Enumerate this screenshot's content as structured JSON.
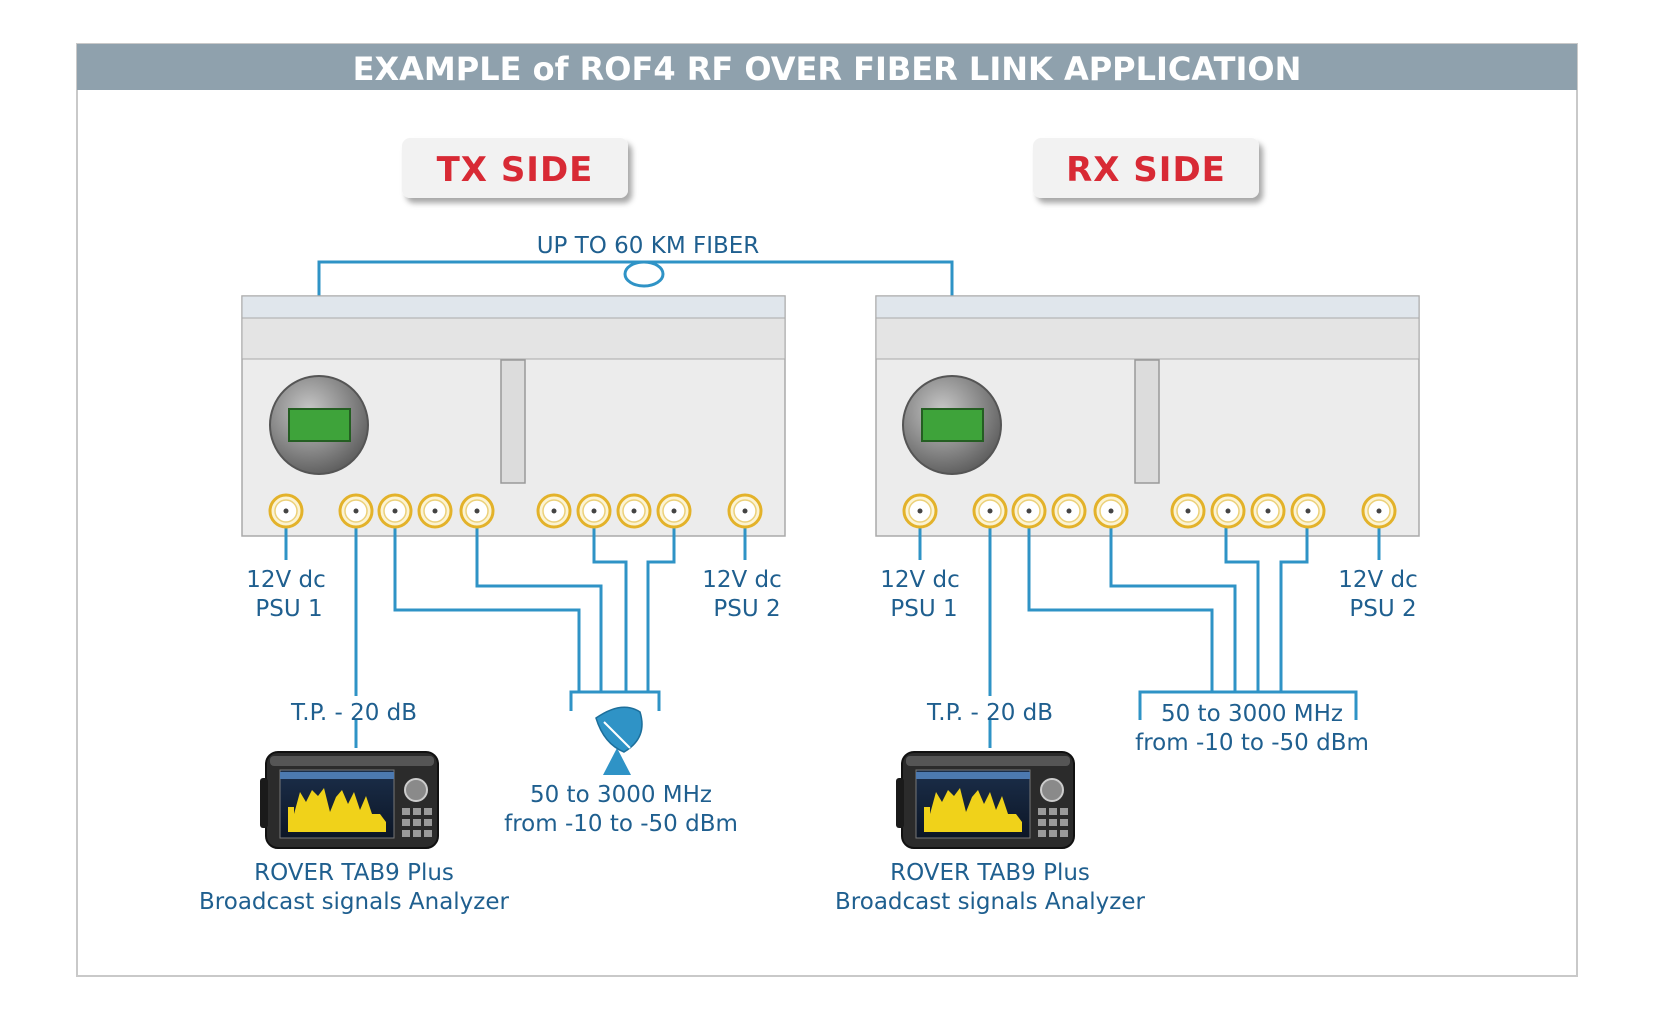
{
  "title": "EXAMPLE of ROF4 RF OVER FIBER LINK APPLICATION",
  "fiber_label": "UP TO 60 KM FIBER",
  "colors": {
    "title_bar": "#8fa1ad",
    "wire": "#2f93c6",
    "label_text": "#1f5f8f",
    "side_text": "#d82a35",
    "display_green": "#3ea33a",
    "connector_gold": "#e3b22a"
  },
  "tx": {
    "side_label": "TX SIDE",
    "psu1_line1": "12V dc",
    "psu1_line2": "PSU 1",
    "psu2_line1": "12V dc",
    "psu2_line2": "PSU 2",
    "tp_label": "T.P. - 20 dB",
    "rf_line1": "50 to 3000 MHz",
    "rf_line2": "from -10 to -50 dBm",
    "analyzer_line1": "ROVER TAB9 Plus",
    "analyzer_line2": "Broadcast signals Analyzer",
    "icon": "satellite-dish-icon"
  },
  "rx": {
    "side_label": "RX SIDE",
    "psu1_line1": "12V dc",
    "psu1_line2": "PSU 1",
    "psu2_line1": "12V dc",
    "psu2_line2": "PSU 2",
    "tp_label": "T.P. - 20 dB",
    "rf_line1": "50 to 3000 MHz",
    "rf_line2": "from -10 to -50 dBm",
    "analyzer_line1": "ROVER TAB9 Plus",
    "analyzer_line2": "Broadcast signals Analyzer"
  }
}
